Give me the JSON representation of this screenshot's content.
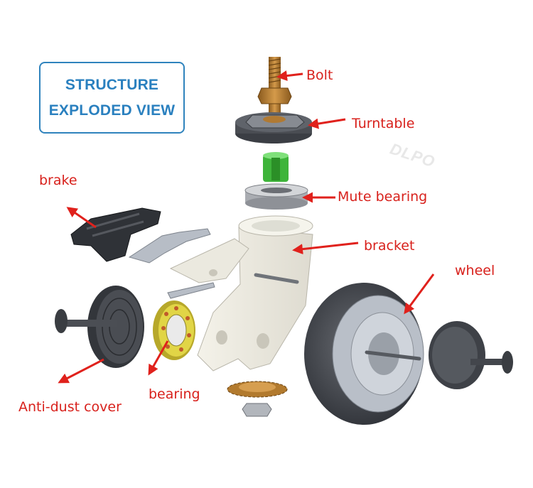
{
  "title": {
    "line1": "STRUCTURE",
    "line2": "EXPLODED VIEW"
  },
  "watermark": "DLPO",
  "labels": {
    "bolt": "Bolt",
    "turntable": "Turntable",
    "mute_bearing": "Mute bearing",
    "bracket": "bracket",
    "wheel": "wheel",
    "brake": "brake",
    "bearing": "bearing",
    "anti_dust_cover": "Anti-dust cover"
  },
  "colors": {
    "title_blue": "#2a80bf",
    "label_red": "#d8211c",
    "arrow_red": "#e0211c"
  }
}
